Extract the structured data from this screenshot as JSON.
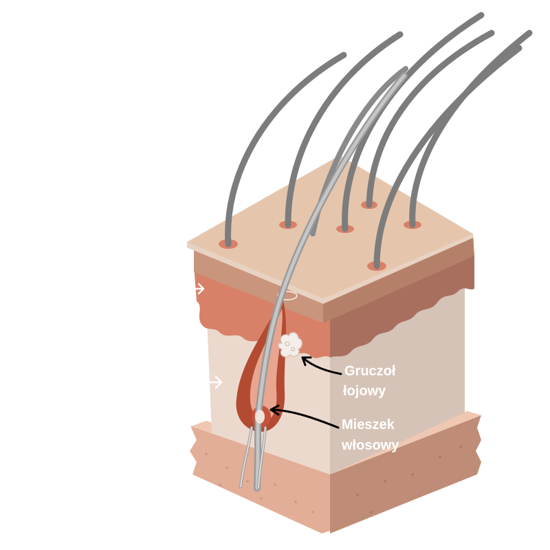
{
  "labels": {
    "sebaceous_gland_line1": "Gruczoł",
    "sebaceous_gland_line2": "łojowy",
    "hair_follicle_line1": "Mieszek",
    "hair_follicle_line2": "włosowy"
  },
  "colors": {
    "epidermis_top": "#e5c6ad",
    "epidermis_edge": "#c9957c",
    "dermis_red_front": "#d88168",
    "dermis_red_side": "#a96f5e",
    "dermis_body_front": "#ecd9cd",
    "dermis_body_side": "#d6c3b7",
    "hypodermis_front": "#e2ae97",
    "hypodermis_side": "#bf8d77",
    "follicle": "#b34a32",
    "hair": "#7c7c7c",
    "hair_light": "#b5b5b5",
    "label_text": "#ffffff",
    "arrow": "#000000"
  }
}
